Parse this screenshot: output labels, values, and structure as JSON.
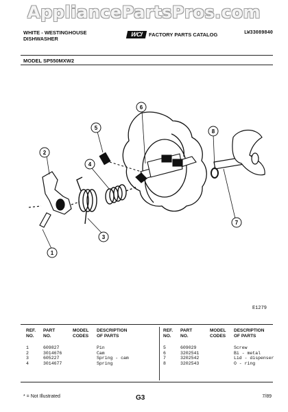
{
  "watermark": "AppliancePartsPros.com",
  "header": {
    "brand_line1": "WHITE - WESTINGHOUSE",
    "brand_line2": "DISHWASHER",
    "logo_text": "WCI",
    "catalog_title": "FACTORY PARTS CATALOG",
    "catalog_code": "LW33089840",
    "model_label": "MODEL SP550MXW2"
  },
  "diagram": {
    "callouts": [
      "1",
      "2",
      "3",
      "4",
      "5",
      "6",
      "7",
      "8"
    ],
    "figure_code": "E1279"
  },
  "parts_table": {
    "headers": {
      "ref_no": [
        "REF.",
        "NO."
      ],
      "part_no": [
        "PART",
        "NO."
      ],
      "model_codes": [
        "MODEL",
        "CODES"
      ],
      "description": [
        "DESCRIPTION",
        "OF PARTS"
      ]
    },
    "left": [
      {
        "ref": "1",
        "part": "609827",
        "model": "",
        "desc": "Pin"
      },
      {
        "ref": "2",
        "part": "3014676",
        "model": "",
        "desc": "Cam"
      },
      {
        "ref": "3",
        "part": "605227",
        "model": "",
        "desc": "Spring - cam"
      },
      {
        "ref": "4",
        "part": "3014677",
        "model": "",
        "desc": "Spring"
      }
    ],
    "right": [
      {
        "ref": "5",
        "part": "609029",
        "model": "",
        "desc": "Screw"
      },
      {
        "ref": "6",
        "part": "3202541",
        "model": "",
        "desc": "Bi - metal"
      },
      {
        "ref": "7",
        "part": "3202542",
        "model": "",
        "desc": "Lid - dispenser"
      },
      {
        "ref": "8",
        "part": "3202543",
        "model": "",
        "desc": "O - ring"
      }
    ]
  },
  "footer": {
    "footnote": "* = Not Illustrated",
    "page": "G3",
    "date": "7/89"
  }
}
